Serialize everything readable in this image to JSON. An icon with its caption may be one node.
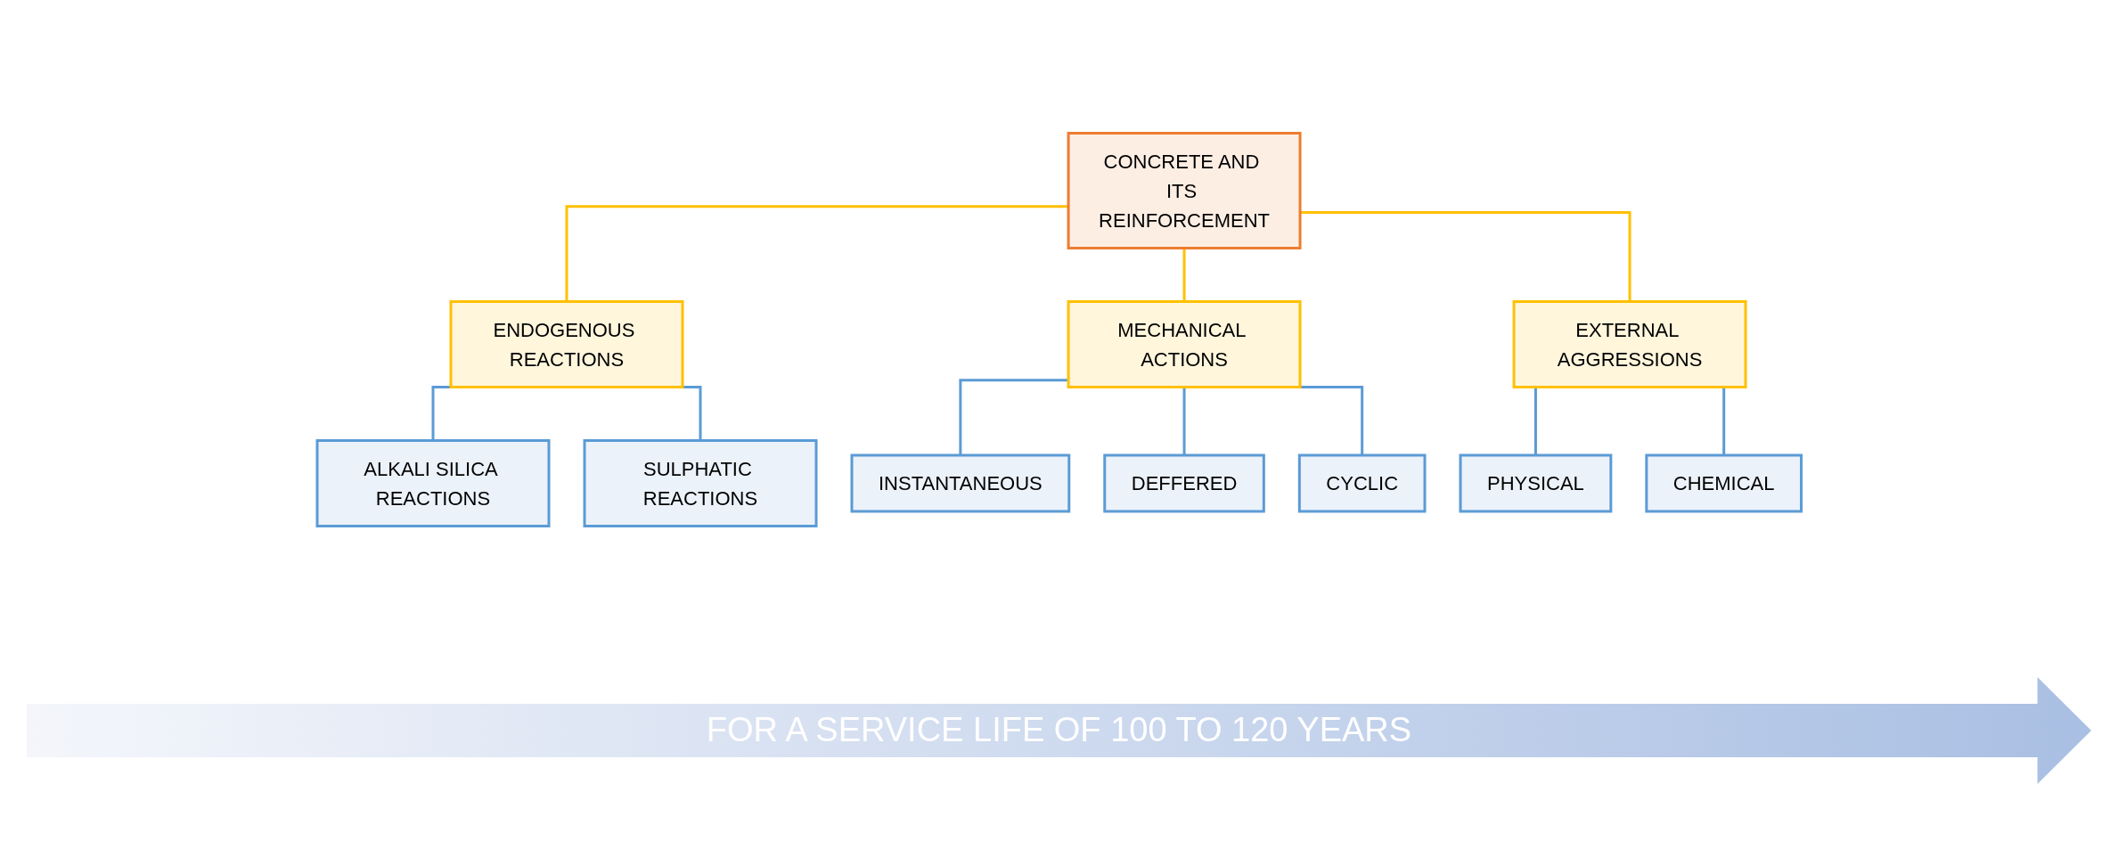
{
  "diagram": {
    "nodes": [
      {
        "text": [
          "CONCRETE AND ITS REINFORCEMENT"
        ]
      },
      {
        "text": [
          "ENDOGENOUS REACTIONS"
        ]
      },
      {
        "text": [
          "MECHANICAL ACTIONS"
        ]
      },
      {
        "text": [
          "EXTERNAL AGGRESSIONS"
        ]
      },
      {
        "text": [
          "ALKALI SILICA REACTIONS"
        ]
      },
      {
        "text": [
          "SULPHATIC REACTIONS"
        ]
      },
      {
        "text": [
          "INSTANTANEOUS"
        ]
      },
      {
        "text": [
          "DEFFERED"
        ]
      },
      {
        "text": [
          "CYCLIC"
        ]
      },
      {
        "text": [
          "PHYSICAL"
        ]
      },
      {
        "text": [
          "CHEMICAL"
        ]
      }
    ],
    "edges": [
      {
        "from": 0,
        "to": 1,
        "arrow": "none",
        "color": "#ffc000"
      },
      {
        "from": 0,
        "to": 2,
        "arrow": "none",
        "color": "#ffc000"
      },
      {
        "from": 0,
        "to": 3,
        "arrow": "none",
        "color": "#ffc000"
      },
      {
        "from": 1,
        "to": 4,
        "arrow": "none"
      },
      {
        "from": 1,
        "to": 5,
        "arrow": "none"
      },
      {
        "from": 2,
        "to": 6,
        "arrow": "none"
      },
      {
        "from": 2,
        "to": 7,
        "arrow": "none"
      },
      {
        "from": 2,
        "to": 8,
        "arrow": "none"
      },
      {
        "from": 3,
        "to": 9,
        "arrow": "none"
      },
      {
        "from": 3,
        "to": 10,
        "arrow": "none"
      }
    ],
    "labels": [
      "FOR A SERVICE LIFE OF 100 TO 120 YEARS"
    ]
  }
}
